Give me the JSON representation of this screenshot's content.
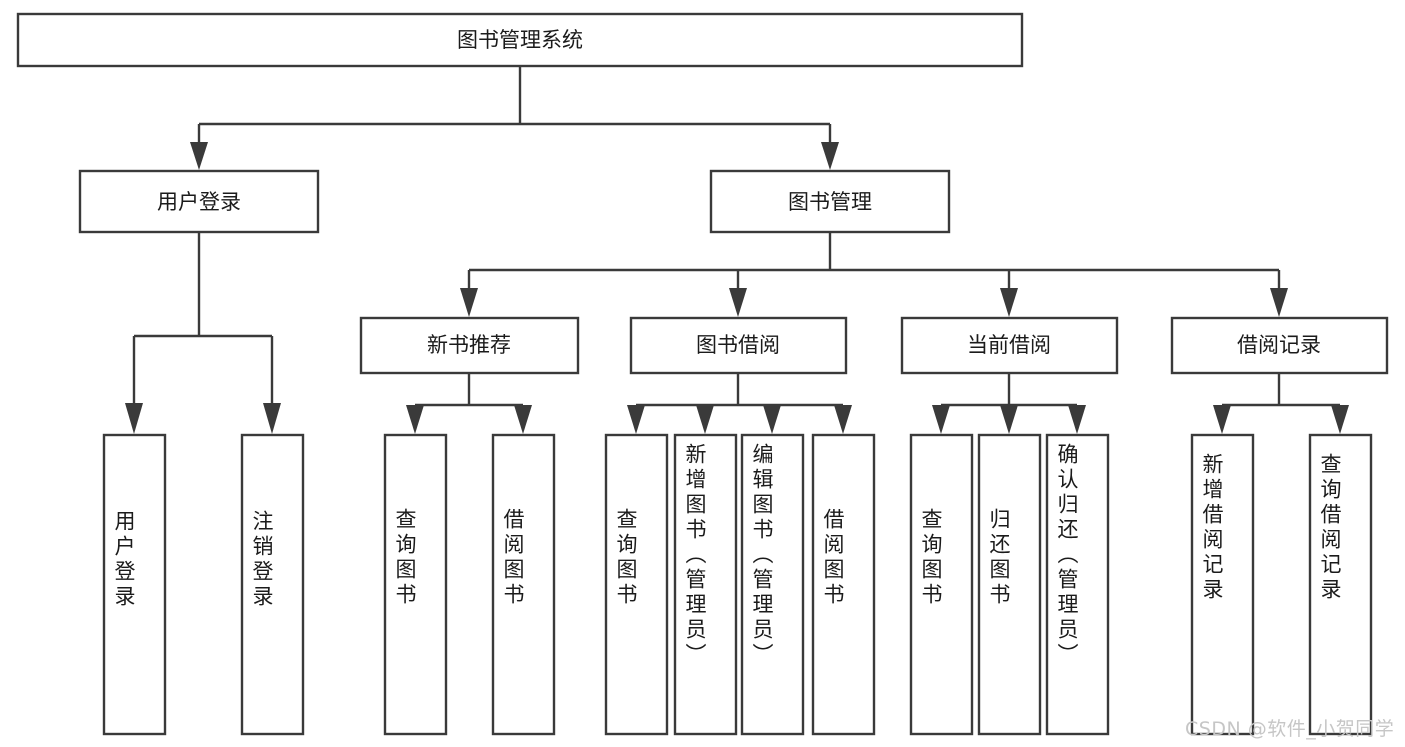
{
  "diagram": {
    "title": "图书管理系统",
    "type": "tree-hierarchy-function-structure",
    "root": {
      "label": "图书管理系统"
    },
    "level2": [
      {
        "label": "用户登录"
      },
      {
        "label": "图书管理"
      }
    ],
    "level3": [
      {
        "label": "新书推荐"
      },
      {
        "label": "图书借阅"
      },
      {
        "label": "当前借阅"
      },
      {
        "label": "借阅记录"
      }
    ],
    "leaves": {
      "user_login": [
        {
          "label": "用户登录"
        },
        {
          "label": "注销登录"
        }
      ],
      "new_book_recommend": [
        {
          "label": "查询图书"
        },
        {
          "label": "借阅图书"
        }
      ],
      "book_borrow": [
        {
          "label": "查询图书"
        },
        {
          "label": "新增图书（管理员）"
        },
        {
          "label": "编辑图书（管理员）"
        },
        {
          "label": "借阅图书"
        }
      ],
      "current_borrow": [
        {
          "label": "查询图书"
        },
        {
          "label": "归还图书"
        },
        {
          "label": "确认归还（管理员）"
        }
      ],
      "borrow_record": [
        {
          "label": "新增借阅记录"
        },
        {
          "label": "查询借阅记录"
        }
      ]
    }
  },
  "watermark": {
    "text": "CSDN @软件_小贺同学"
  },
  "colors": {
    "box_stroke": "#3a3a3a",
    "box_fill": "#ffffff",
    "text": "#1b1b1b",
    "watermark": "#c6c6c6",
    "background": "#ffffff"
  }
}
